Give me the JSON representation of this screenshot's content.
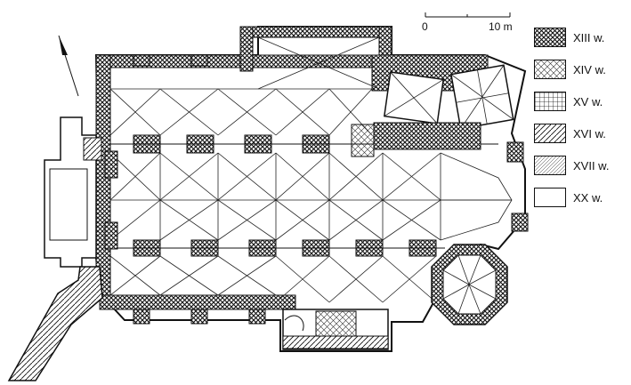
{
  "scale_bar": {
    "start_label": "0",
    "end_label": "10 m"
  },
  "legend": [
    {
      "label": "XIII w.",
      "pattern": "crosshatch-dense"
    },
    {
      "label": "XIV w.",
      "pattern": "crosshatch-light"
    },
    {
      "label": "XV w.",
      "pattern": "grid"
    },
    {
      "label": "XVI w.",
      "pattern": "diagonal-hatch"
    },
    {
      "label": "XVII w.",
      "pattern": "diagonal-hatch-fine"
    },
    {
      "label": "XX w.",
      "pattern": "empty"
    }
  ],
  "colors": {
    "ink": "#111111",
    "paper": "#ffffff"
  },
  "north_arrow": {
    "icon": "north-arrow-icon"
  }
}
